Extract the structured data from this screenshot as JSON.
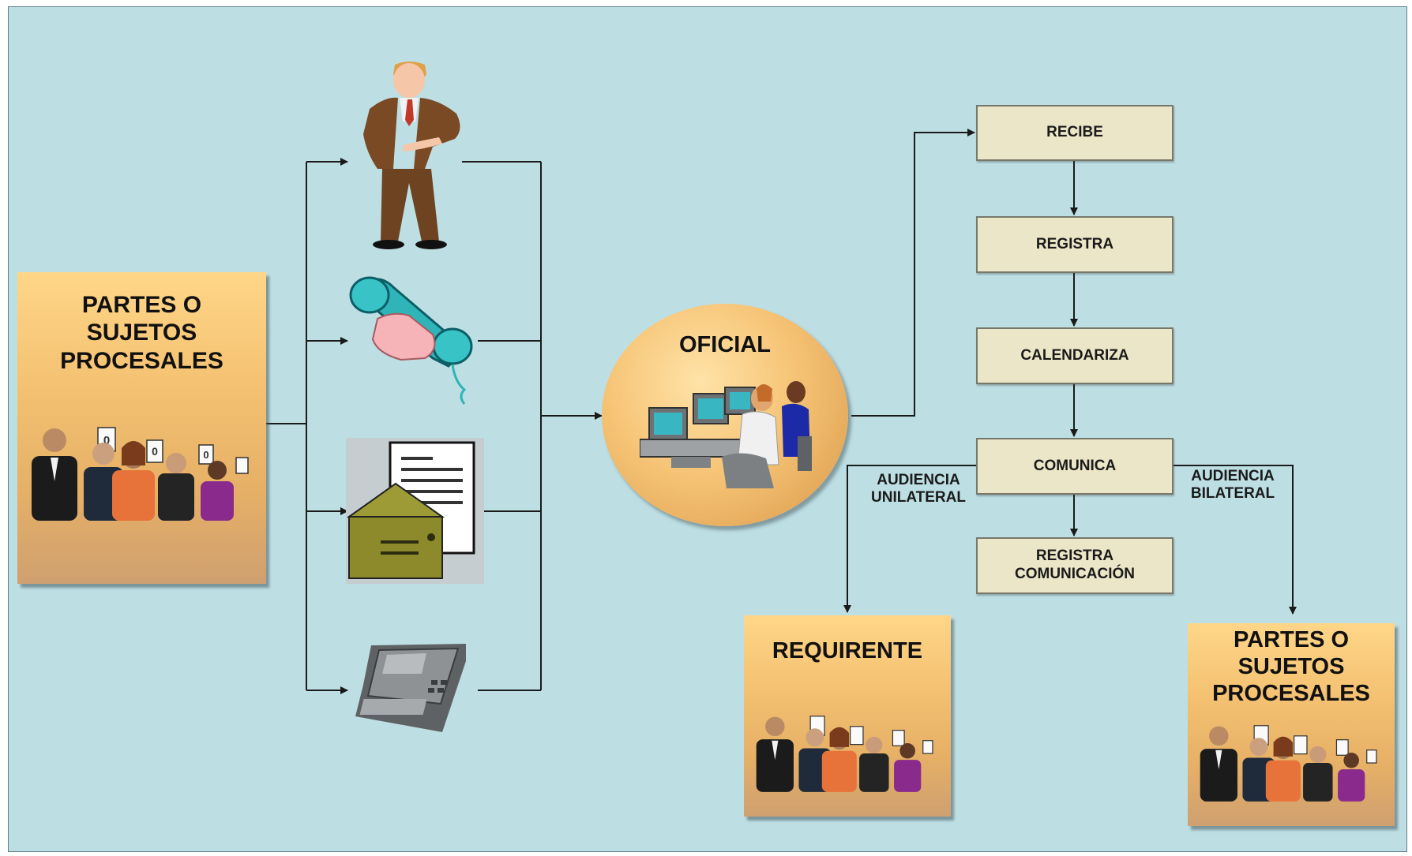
{
  "sources": {
    "title": "PARTES O\nSUJETOS\nPROCESALES"
  },
  "channels": [
    {
      "name": "person",
      "icon": "businessman-icon"
    },
    {
      "name": "phone",
      "icon": "telephone-handset-icon"
    },
    {
      "name": "mail",
      "icon": "envelope-letter-icon"
    },
    {
      "name": "fax",
      "icon": "fax-machine-icon"
    }
  ],
  "oficial": {
    "label": "OFICIAL",
    "icon": "office-workers-computer-icon"
  },
  "steps": [
    {
      "label": "RECIBE"
    },
    {
      "label": "REGISTRA"
    },
    {
      "label": "CALENDARIZA"
    },
    {
      "label": "COMUNICA"
    },
    {
      "label": "REGISTRA\nCOMUNICACIÓN"
    }
  ],
  "branches": {
    "left": "AUDIENCIA\nUNILATERAL",
    "right": "AUDIENCIA\nBILATERAL"
  },
  "targets": {
    "requirente": "REQUIRENTE",
    "partes": "PARTES O\nSUJETOS\nPROCESALES"
  },
  "colors": {
    "background": "#bddfe4",
    "panel": "#f4c272",
    "box": "#ece6c8",
    "line": "#1a1a1a"
  }
}
